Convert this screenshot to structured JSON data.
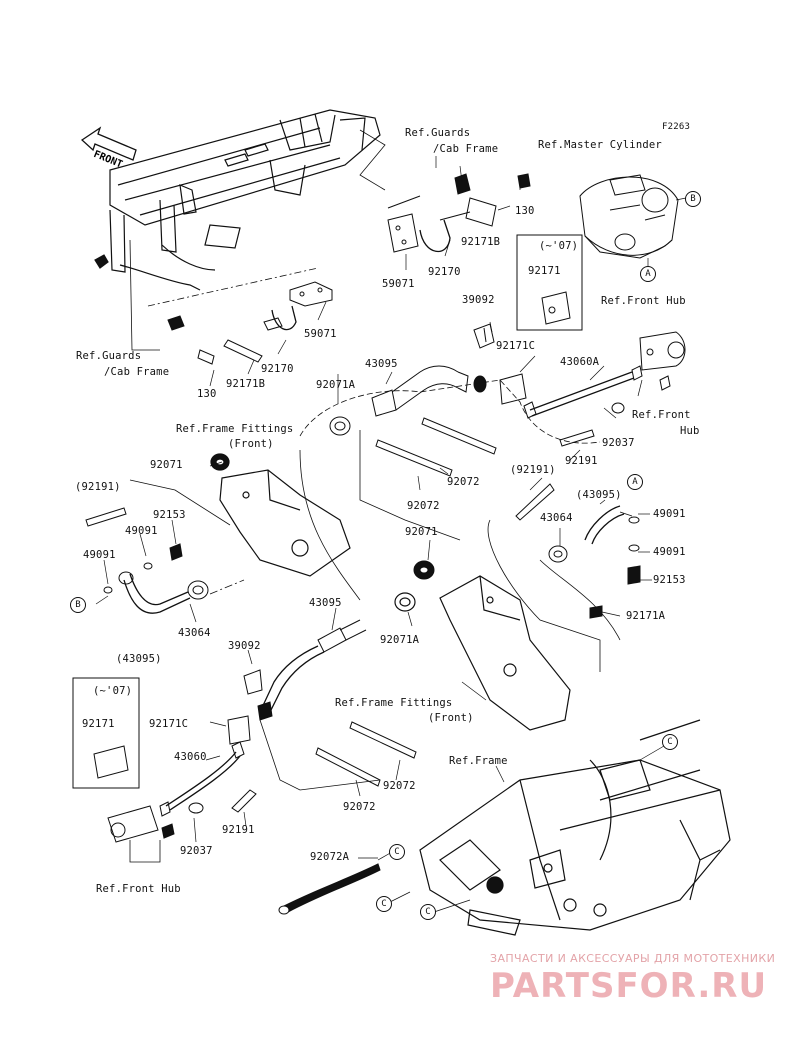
{
  "diagram_id": "F2263",
  "front_label": "FRONT",
  "labels": {
    "ref_guards_top_1": "Ref.Guards",
    "ref_guards_top_2": "/Cab Frame",
    "ref_master_cyl": "Ref.Master Cylinder",
    "ref_guards_left_1": "Ref.Guards",
    "ref_guards_left_2": "/Cab Frame",
    "ref_front_hub_top": "Ref.Front Hub",
    "ref_front_hub_mid_1": "Ref.Front",
    "ref_front_hub_mid_2": "Hub",
    "ref_frame_fittings_top_1": "Ref.Frame Fittings",
    "ref_frame_fittings_top_2": "(Front)",
    "ref_frame_fittings_mid_1": "Ref.Frame Fittings",
    "ref_frame_fittings_mid_2": "(Front)",
    "ref_frame": "Ref.Frame",
    "ref_front_hub_bottom": "Ref.Front Hub",
    "inset_top_note": "(~'07)",
    "inset_bottom_note": "(~'07)"
  },
  "parts": {
    "p130_top": "130",
    "p92171B_top": "92171B",
    "p59071_top": "59071",
    "p92170_top": "92170",
    "p92171_inset_top": "92171",
    "p39092_top": "39092",
    "p92171C_top": "92171C",
    "p59071_left": "59071",
    "p92170_left": "92170",
    "p130_left": "130",
    "p92171B_left": "92171B",
    "p43095_top": "43095",
    "p92071A_top": "92071A",
    "p43060A": "43060A",
    "p92037_top": "92037",
    "p92191_top": "92191",
    "p92071_left": "92071",
    "p92072_top": "92072",
    "p92072_top2": "92072",
    "p92191_paren_left": "(92191)",
    "p92153_left": "92153",
    "p49091_left_a": "49091",
    "p49091_left_b": "49091",
    "p43064_left": "43064",
    "p43095_paren_left": "(43095)",
    "p92191_paren_right": "(92191)",
    "p43095_paren_right": "(43095)",
    "p43064_right": "43064",
    "p92071_mid": "92071",
    "p49091_right_a": "49091",
    "p49091_right_b": "49091",
    "p92153_right": "92153",
    "p92171A": "92171A",
    "p43095_mid": "43095",
    "p92071A_mid": "92071A",
    "p39092_bottom": "39092",
    "p92171_inset_bottom": "92171",
    "p92171C_bottom": "92171C",
    "p43060": "43060",
    "p92191_bottom": "92191",
    "p92037_bottom": "92037",
    "p92072_mid": "92072",
    "p92072_bottom": "92072",
    "p92072A": "92072A"
  },
  "callouts": {
    "b_top": "B",
    "a_top": "A",
    "a_right": "A",
    "b_left": "B",
    "c_right": "C",
    "c_mid": "C",
    "c_left1": "C",
    "c_left2": "C"
  },
  "watermark": {
    "line1": "ЗАПЧАСТИ И АКСЕССУАРЫ ДЛЯ МОТОТЕХНИКИ",
    "line2": "PARTSFOR.RU"
  }
}
